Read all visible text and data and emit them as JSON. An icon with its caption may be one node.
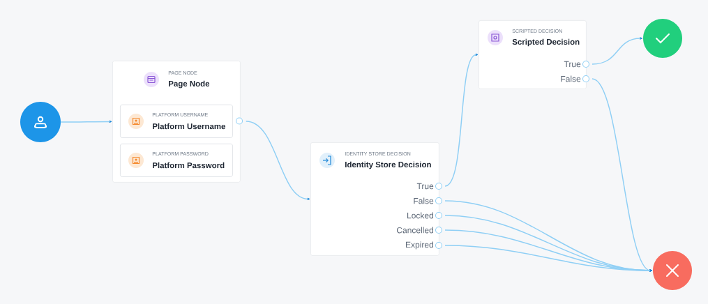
{
  "diagram": {
    "nodes": [
      {
        "text": [],
        "shape": "circle"
      },
      {
        "text": [
          "PAGE NODE",
          "Page Node"
        ]
      },
      {
        "text": [
          "PLATFORM USERNAME",
          "Platform Username"
        ],
        "in": 1
      },
      {
        "text": [
          "PLATFORM PASSWORD",
          "Platform Password"
        ],
        "in": 1
      },
      {
        "text": [
          "IDENTITY STORE DECISION",
          "Identity Store Decision"
        ]
      },
      {
        "text": [
          "True"
        ],
        "in": 4
      },
      {
        "text": [
          "False"
        ],
        "in": 4
      },
      {
        "text": [
          "Locked"
        ],
        "in": 4
      },
      {
        "text": [
          "Cancelled"
        ],
        "in": 4
      },
      {
        "text": [
          "Expired"
        ],
        "in": 4
      },
      {
        "text": [
          "SCRIPTED DECISION",
          "Scripted Decision"
        ]
      },
      {
        "text": [
          "True"
        ],
        "in": 10
      },
      {
        "text": [
          "False"
        ],
        "in": 10
      },
      {
        "text": [],
        "shape": "circle"
      },
      {
        "text": [],
        "shape": "circle"
      }
    ],
    "edges": [
      {
        "from": 0,
        "to": 1,
        "arrow": "to"
      },
      {
        "from": 2,
        "to": 4,
        "arrow": "to"
      },
      {
        "from": 5,
        "to": 10,
        "arrow": "to"
      },
      {
        "from": 6,
        "to": 14,
        "arrow": "to"
      },
      {
        "from": 7,
        "to": 14,
        "arrow": "to"
      },
      {
        "from": 8,
        "to": 14,
        "arrow": "to"
      },
      {
        "from": 9,
        "to": 14,
        "arrow": "to"
      },
      {
        "from": 11,
        "to": 13,
        "arrow": "to"
      },
      {
        "from": 12,
        "to": 14,
        "arrow": "to"
      }
    ]
  }
}
